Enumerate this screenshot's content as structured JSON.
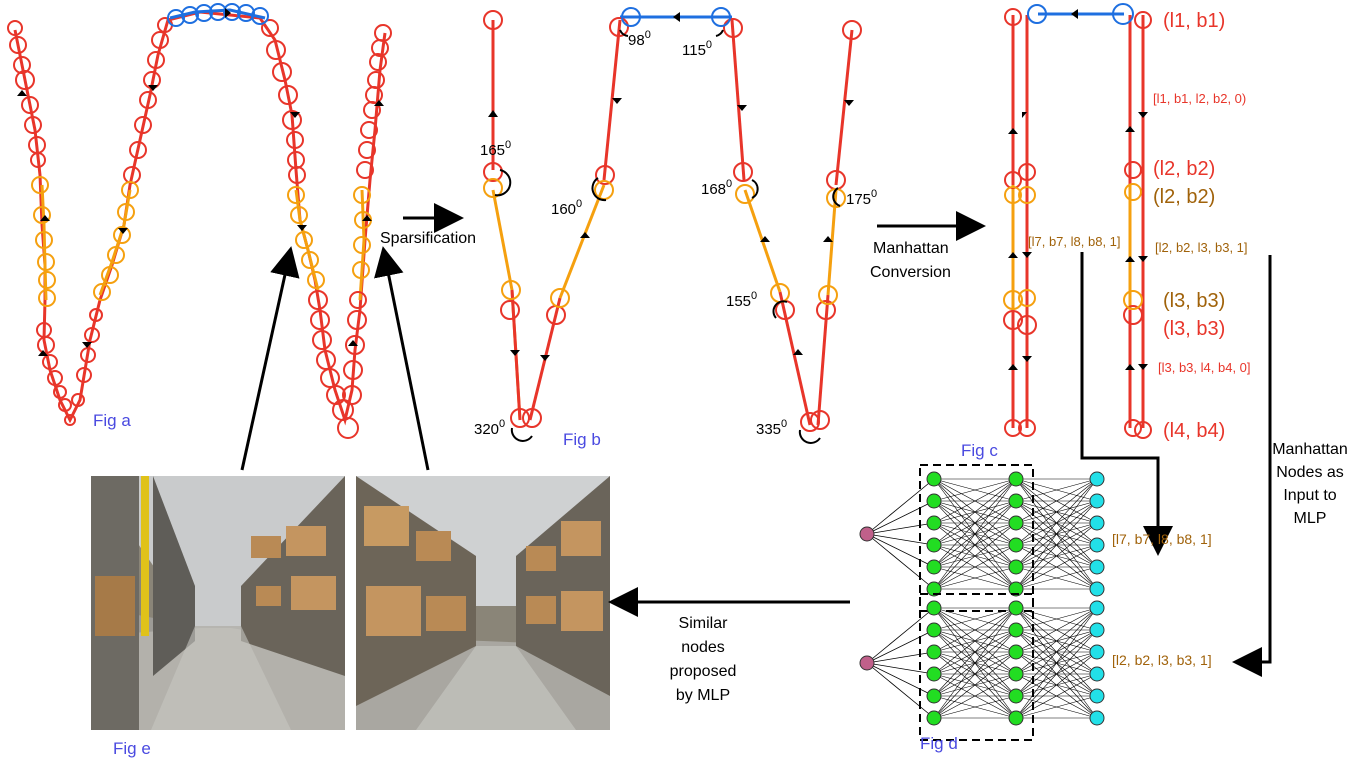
{
  "labels": {
    "fig_a": "Fig a",
    "fig_b": "Fig b",
    "fig_c": "Fig c",
    "fig_d": "Fig d",
    "fig_e": "Fig e",
    "sparsification": "Sparsification",
    "manhattan_l1": "Manhattan",
    "manhattan_l2": "Conversion",
    "mlp_input_l1": "Manhattan",
    "mlp_input_l2": "Nodes as",
    "mlp_input_l3": "Input to",
    "mlp_input_l4": "MLP",
    "similar_l1": "Similar",
    "similar_l2": "nodes",
    "similar_l3": "proposed",
    "similar_l4": "by MLP"
  },
  "angles": {
    "a165": "165",
    "a160": "160",
    "a98": "98",
    "a115": "115",
    "a320": "320",
    "a168": "168",
    "a175": "175",
    "a155": "155",
    "a335": "335",
    "sup": "0"
  },
  "nodes": {
    "l1b1": "(l1, b1)",
    "edge1": "[l1, b1, l2, b2, 0)",
    "l2b2_red": "(l2, b2)",
    "l2b2_orange": "(l2, b2)",
    "edge2": "[l2, b2, l3, b3, 1]",
    "edge7": "[l7, b7, l8, b8, 1]",
    "l3b3_orange": "(l3, b3)",
    "l3b3_red": "(l3, b3)",
    "edge3": "[l3, b3, l4, b4, 0]",
    "l4b4": "(l4, b4)"
  },
  "mlp_outputs": {
    "top": "[l7, b7, l8, b8, 1]",
    "bottom": "[l2, b2, l3, b3, 1]"
  },
  "colors": {
    "red": "#e8352a",
    "orange": "#f5a00f",
    "blue": "#1e6fe0",
    "brown": "#a0620a",
    "figlabel": "#4a4ae0",
    "green": "#22dd22",
    "cyan": "#22e0e8",
    "input_node": "#c0608a"
  }
}
